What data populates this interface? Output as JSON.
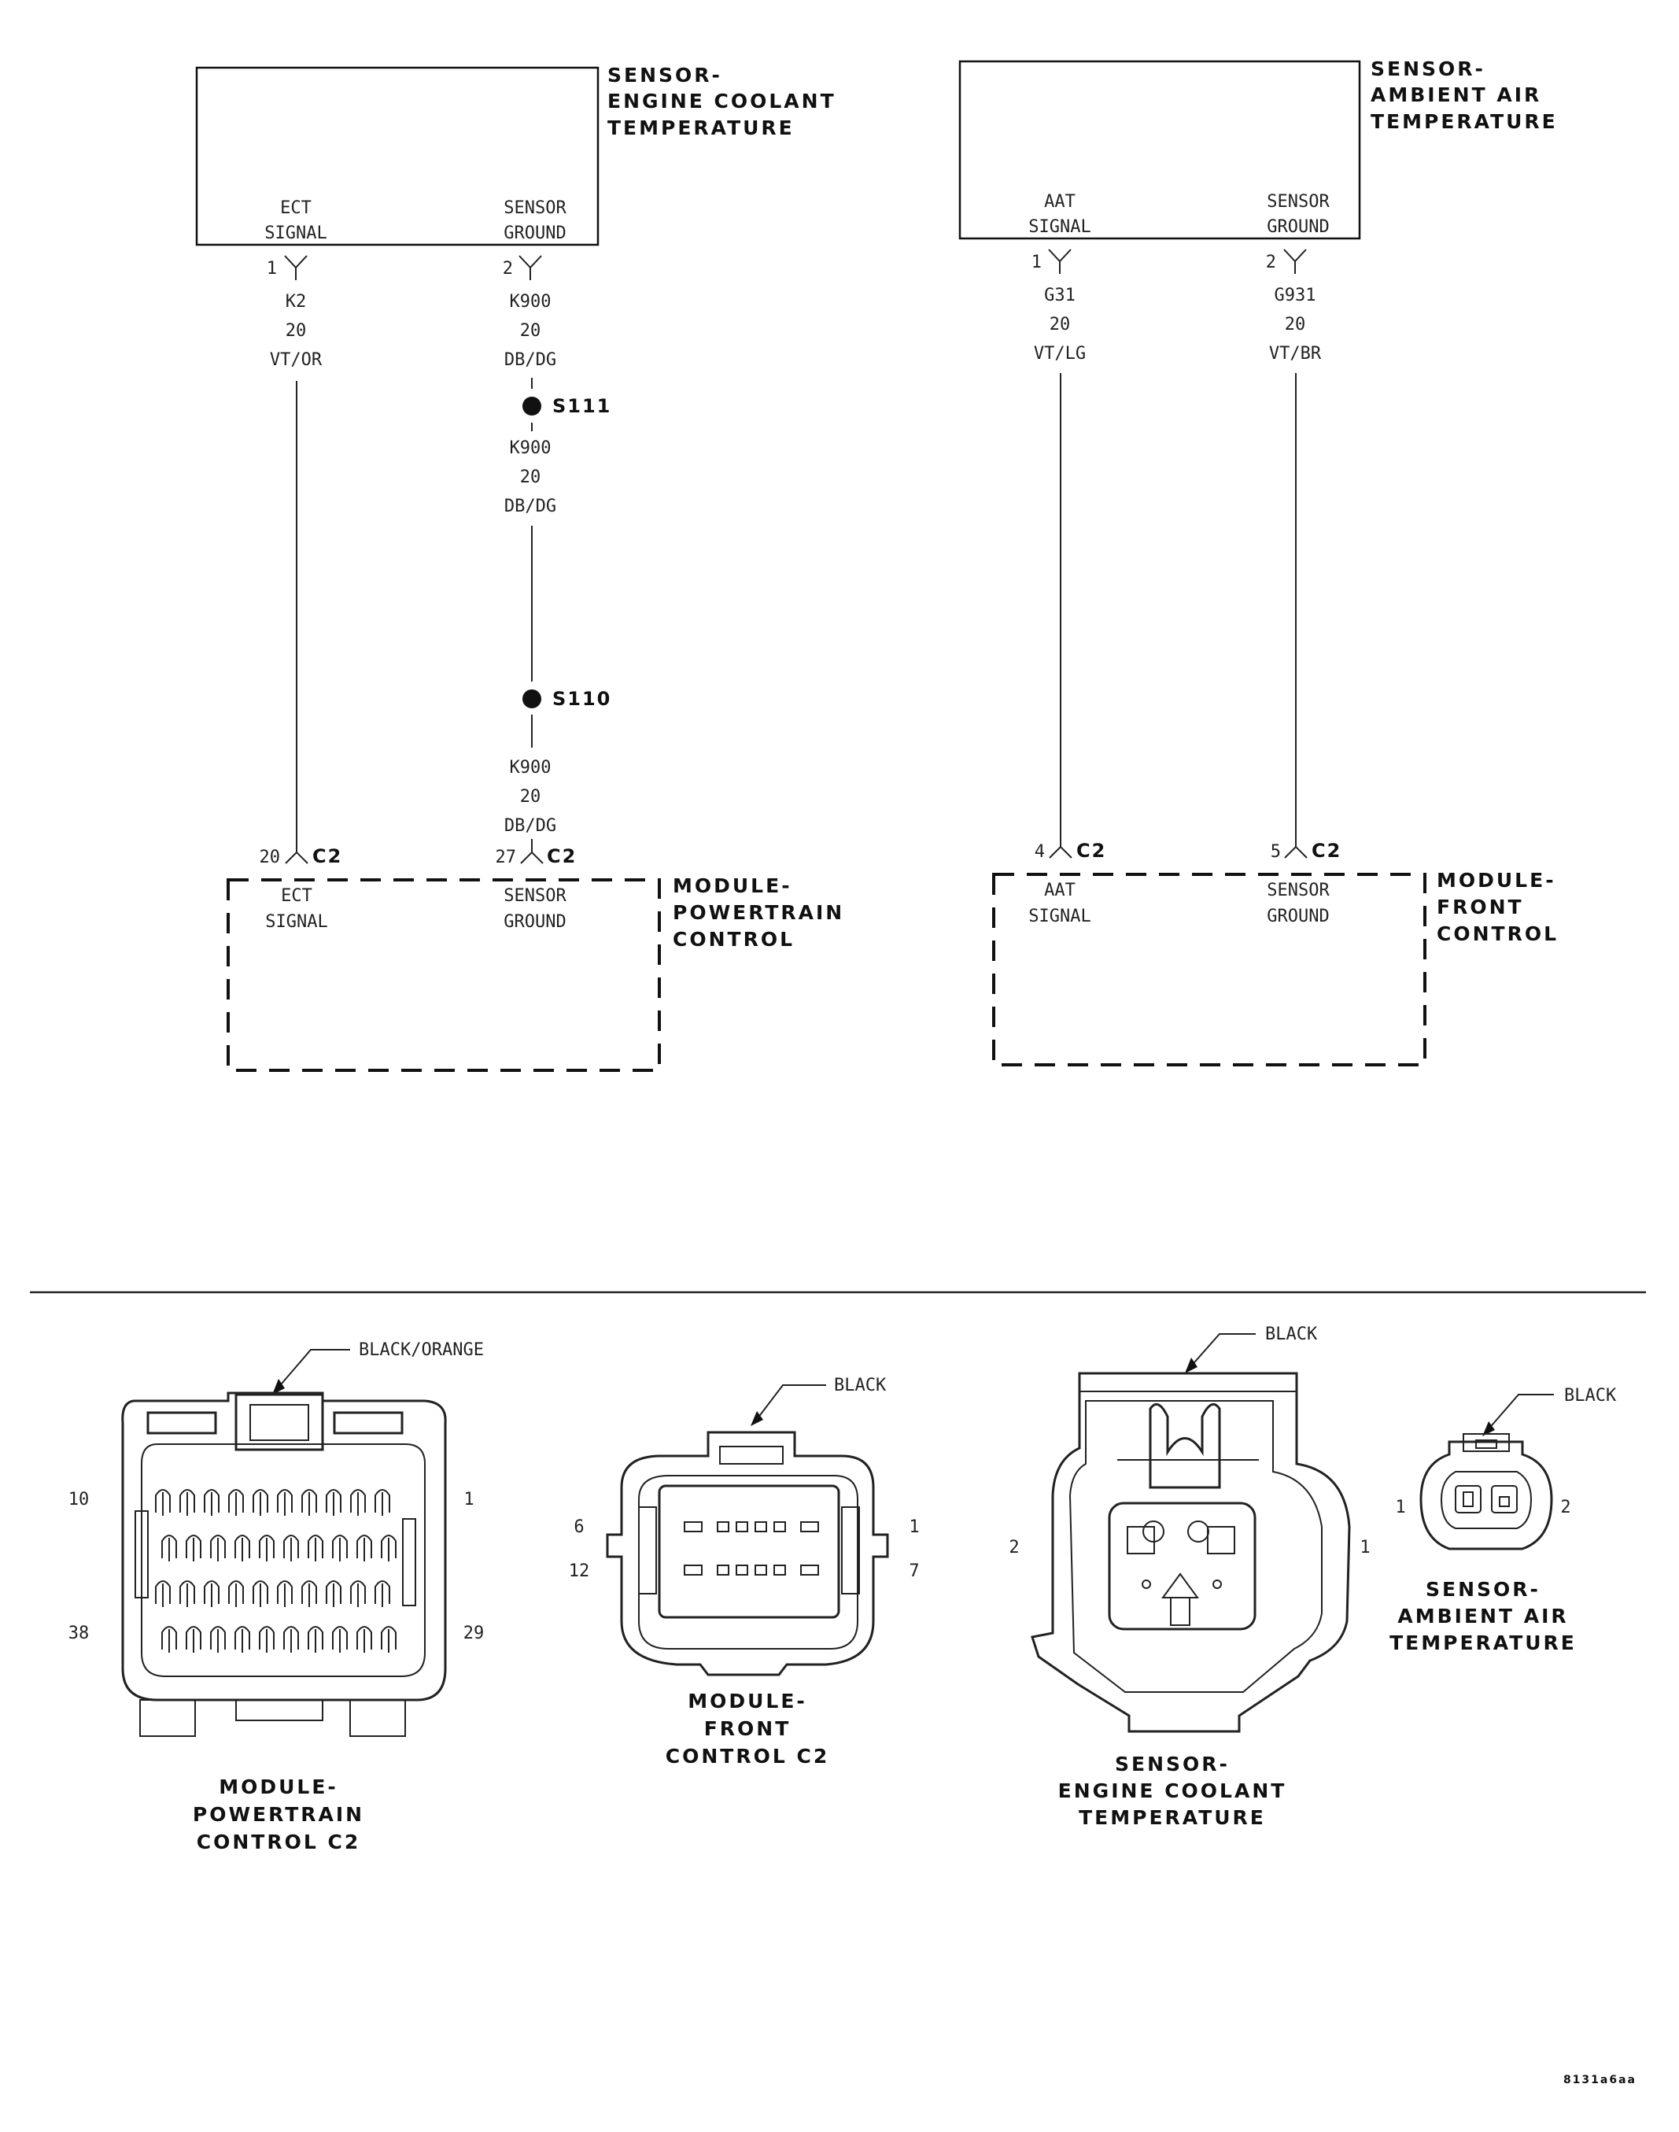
{
  "left_circuit": {
    "sensor_title": [
      "SENSOR-",
      "ENGINE COOLANT",
      "TEMPERATURE"
    ],
    "sensor_pin1": [
      "ECT",
      "SIGNAL"
    ],
    "sensor_pin2": [
      "SENSOR",
      "GROUND"
    ],
    "pin1_num": "1",
    "pin2_num": "2",
    "wire1": [
      "K2",
      "20",
      "VT/OR"
    ],
    "wire2_a": [
      "K900",
      "20",
      "DB/DG"
    ],
    "splice1": "S111",
    "wire2_b": [
      "K900",
      "20",
      "DB/DG"
    ],
    "splice2": "S110",
    "wire2_c": [
      "K900",
      "20",
      "DB/DG"
    ],
    "module_pin1_num": "20",
    "module_pin2_num": "27",
    "connector": "C2",
    "module_pin1": [
      "ECT",
      "SIGNAL"
    ],
    "module_pin2": [
      "SENSOR",
      "GROUND"
    ],
    "module_title": [
      "MODULE-",
      "POWERTRAIN",
      "CONTROL"
    ]
  },
  "right_circuit": {
    "sensor_title": [
      "SENSOR-",
      "AMBIENT AIR",
      "TEMPERATURE"
    ],
    "sensor_pin1": [
      "AAT",
      "SIGNAL"
    ],
    "sensor_pin2": [
      "SENSOR",
      "GROUND"
    ],
    "pin1_num": "1",
    "pin2_num": "2",
    "wire1": [
      "G31",
      "20",
      "VT/LG"
    ],
    "wire2": [
      "G931",
      "20",
      "VT/BR"
    ],
    "module_pin1_num": "4",
    "module_pin2_num": "5",
    "connector": "C2",
    "module_pin1": [
      "AAT",
      "SIGNAL"
    ],
    "module_pin2": [
      "SENSOR",
      "GROUND"
    ],
    "module_title": [
      "MODULE-",
      "FRONT",
      "CONTROL"
    ]
  },
  "connectors": {
    "pcm": {
      "color": "BLACK/ORANGE",
      "pins": [
        "10",
        "1",
        "38",
        "29"
      ],
      "title": [
        "MODULE-",
        "POWERTRAIN",
        "CONTROL C2"
      ]
    },
    "fcm": {
      "color": "BLACK",
      "pins": [
        "6",
        "12",
        "1",
        "7"
      ],
      "title": [
        "MODULE-",
        "FRONT",
        "CONTROL C2"
      ]
    },
    "ect": {
      "color": "BLACK",
      "pins": [
        "2",
        "1"
      ],
      "title": [
        "SENSOR-",
        "ENGINE COOLANT",
        "TEMPERATURE"
      ]
    },
    "aat": {
      "color": "BLACK",
      "pins": [
        "1",
        "2"
      ],
      "title": [
        "SENSOR-",
        "AMBIENT AIR",
        "TEMPERATURE"
      ]
    }
  },
  "figure_id": "8131a6aa"
}
